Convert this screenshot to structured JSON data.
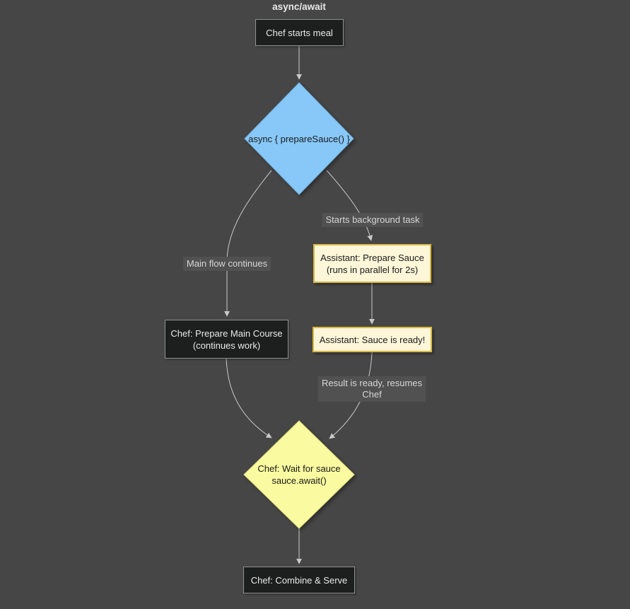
{
  "title": "async/await",
  "nodes": {
    "start": {
      "label": "Chef starts meal"
    },
    "async_call": {
      "label": "async { prepareSauce() }"
    },
    "main_course": {
      "line1": "Chef: Prepare Main Course",
      "line2": "(continues work)"
    },
    "prepare_sauce": {
      "line1": "Assistant: Prepare Sauce",
      "line2": "(runs in parallel for 2s)"
    },
    "sauce_ready": {
      "label": "Assistant: Sauce is ready!"
    },
    "wait": {
      "line1": "Chef: Wait for sauce",
      "line2": "sauce.await()"
    },
    "combine": {
      "label": "Chef: Combine & Serve"
    }
  },
  "edge_labels": {
    "main_flow": "Main flow continues",
    "background_task": "Starts background task",
    "result_ready": {
      "line1": "Result is ready, resumes",
      "line2": "Chef"
    }
  },
  "colors": {
    "background": "#464646",
    "node_dark_fill": "#1d1f1f",
    "node_dark_border": "#8f8f8f",
    "node_dark_text": "#e8e8e8",
    "node_cream_fill": "#fdf6d8",
    "node_cream_border": "#d8b942",
    "diamond_blue_fill": "#87c8f8",
    "diamond_blue_border": "#6fb0e0",
    "diamond_yellow_fill": "#fafaa0",
    "diamond_yellow_border": "#e3e37d",
    "dark_text": "#1a1a1a",
    "edge_line": "#c9c9c9",
    "edge_label_bg": "#515151",
    "edge_label_text": "#d6d6d6"
  }
}
